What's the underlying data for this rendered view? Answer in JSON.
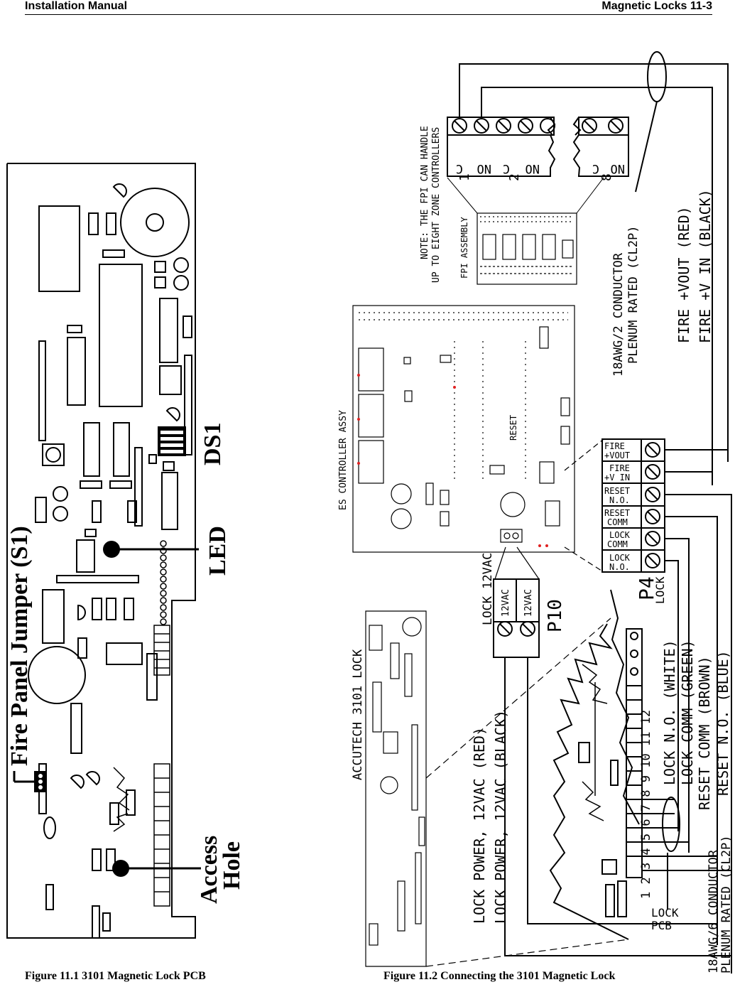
{
  "header": {
    "left": "Installation Manual",
    "right": "Magnetic Locks 11-3"
  },
  "fig1": {
    "caption": "Figure 11.1 3101 Magnetic Lock PCB",
    "labels": {
      "fire_panel_jumper": "Fire Panel Jumper (S1)",
      "led": "LED",
      "ds1": "DS1",
      "access": "Access",
      "hole": "Hole"
    }
  },
  "fig2": {
    "caption": "Figure 11.2  Connecting the 3101 Magnetic Lock",
    "note_line1": "NOTE: THE FPI CAN HANDLE",
    "note_line2": "UP TO EIGHT ZONE CONTROLLERS",
    "fpi_assembly": "FPI ASSEMBLY",
    "relay_nums": [
      "1",
      "2",
      "8"
    ],
    "terminal_labels": [
      "C",
      "NO",
      "C",
      "NO",
      "NO",
      "C"
    ],
    "cable2_line1": "18AWG/2 CONDUCTOR",
    "cable2_line2": "PLENUM RATED (CL2P)",
    "fire_vout": "FIRE +VOUT (RED)",
    "fire_vin": "FIRE +V IN (BLACK)",
    "es_controller": "ES CONTROLLER ASSY",
    "reset": "RESET",
    "p4_terminals": [
      "FIRE\n+VOUT",
      "FIRE\n+V IN",
      "RESET\nN.O.",
      "RESET\nCOMM",
      "LOCK\nCOMM",
      "LOCK\nN.O."
    ],
    "p4": "P4",
    "p4_sub": "LOCK",
    "p10": "P10",
    "p10_terminals": [
      "12VAC",
      "12VAC"
    ],
    "lock_12vac": "LOCK 12VAC",
    "accutech": "ACCUTECH 3101 LOCK",
    "lock_power_red": "LOCK POWER, 12VAC (RED)",
    "lock_power_black": "LOCK POWER, 12VAC (BLACK)",
    "lock_no_white": "LOCK N.O. (WHITE)",
    "lock_comm_green": "LOCK COMM (GREEN)",
    "reset_comm_brown": "RESET COMM (BROWN)",
    "reset_no_blue": "RESET N.O. (BLUE)",
    "terminal_numbers": "1 2 3 4 5 6 7 8 9 10 11 12",
    "lock_pcb_1": "LOCK",
    "lock_pcb_2": "PCB",
    "cable6_line1": "18AWG/6 CONDUCTOR",
    "cable6_line2": "PLENUM RATED (CL2P)"
  }
}
